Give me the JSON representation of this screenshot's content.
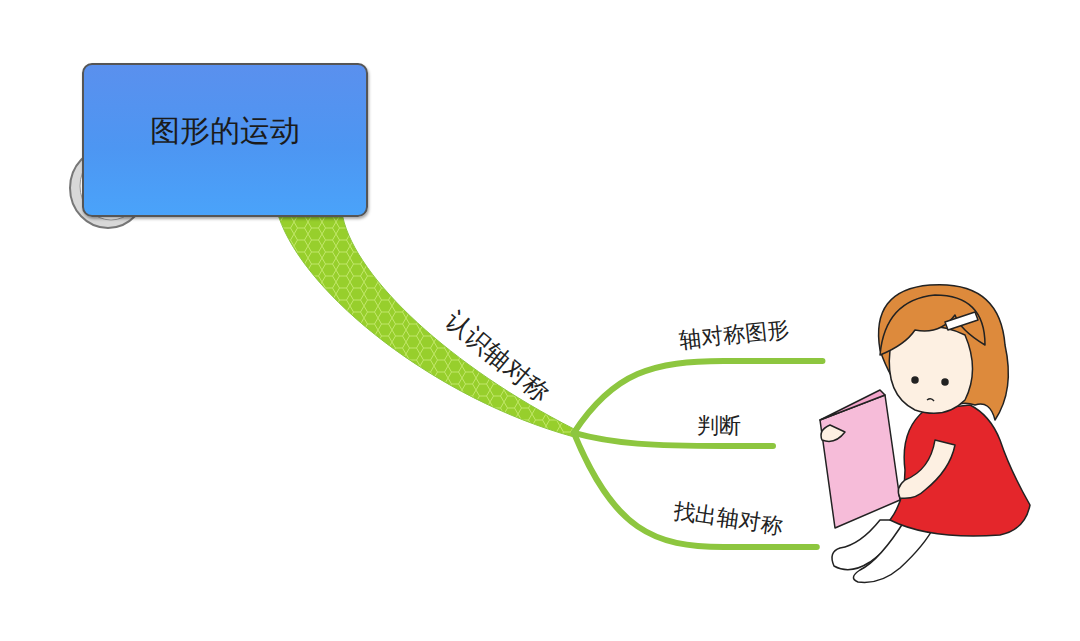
{
  "diagram": {
    "nodes": [
      {
        "text": [
          "图形的运动"
        ]
      },
      {
        "text": [
          "认识轴对称"
        ]
      },
      {
        "text": [
          "轴对称图形"
        ]
      },
      {
        "text": [
          "判断"
        ]
      },
      {
        "text": [
          "找出轴对称"
        ]
      }
    ],
    "edges": [
      {
        "from": 0,
        "to": 1,
        "arrow": "none"
      },
      {
        "from": 1,
        "to": 2,
        "arrow": "none"
      },
      {
        "from": 1,
        "to": 3,
        "arrow": "none"
      },
      {
        "from": 1,
        "to": 4,
        "arrow": "none"
      }
    ]
  }
}
